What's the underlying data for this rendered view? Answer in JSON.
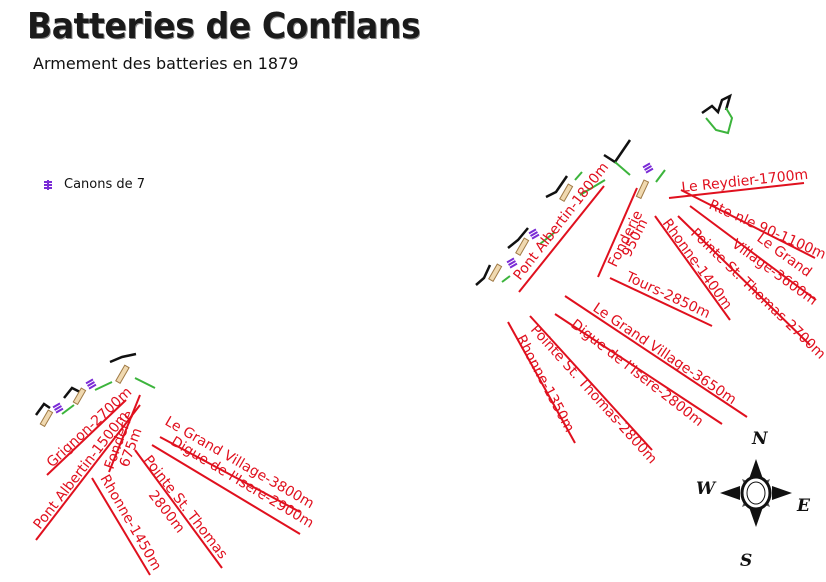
{
  "title": "Batteries de Conflans",
  "subtitle": "Armement des batteries en 1879",
  "legend": {
    "label": "Canons de 7"
  },
  "compass": {
    "north": "N",
    "south": "S",
    "east": "E",
    "west": "W"
  },
  "colors": {
    "range_line": "#e0101e",
    "gun_symbol": "#7a2bd6",
    "parapet": "#3cb43c",
    "battery_outline": "#111111",
    "emplacement": "#c8a06a"
  },
  "range_labels": [
    "Le Reydier-1700m",
    "Rte nle 90-1100m",
    "Le Grand",
    "Village-3600m",
    "Pointe St. Thomas-2700m",
    "Rhonne-1400m",
    "Tours-2850m",
    "Fonderie",
    "950m",
    "Pont Albertin-1800m",
    "Le Grand Village-3650m",
    "Digue de l'Isere-2800m",
    "Pointe St. Thomas-2800m",
    "Rhonne-1350m",
    "Grignon-2700m",
    "Pont Albertin-1500m",
    "Fonderie",
    "675m",
    "Rhonne-1450m",
    "Pointe St. Thomas",
    "2800m",
    "Le Grand Village-3800m",
    "Digue de l'Isere-2900m"
  ]
}
